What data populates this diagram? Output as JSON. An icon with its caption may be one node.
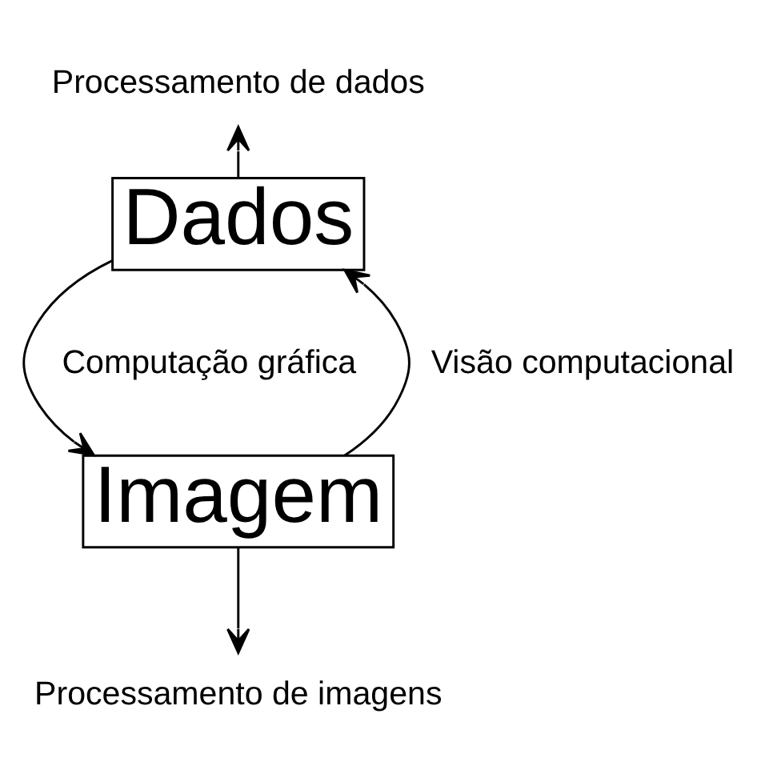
{
  "diagram": {
    "nodes": [
      {
        "text": [
          "Processamento de dados"
        ]
      },
      {
        "text": [
          "Dados"
        ]
      },
      {
        "text": [
          "Imagem"
        ]
      },
      {
        "text": [
          "Processamento de imagens"
        ]
      }
    ],
    "edges": [
      {
        "from": 1,
        "to": 0,
        "arrow": "to"
      },
      {
        "from": 1,
        "to": 2,
        "arrow": "to",
        "label": "Computação gráfica"
      },
      {
        "from": 2,
        "to": 1,
        "arrow": "to",
        "label": "Visão computacional"
      },
      {
        "from": 2,
        "to": 3,
        "arrow": "to"
      }
    ]
  }
}
